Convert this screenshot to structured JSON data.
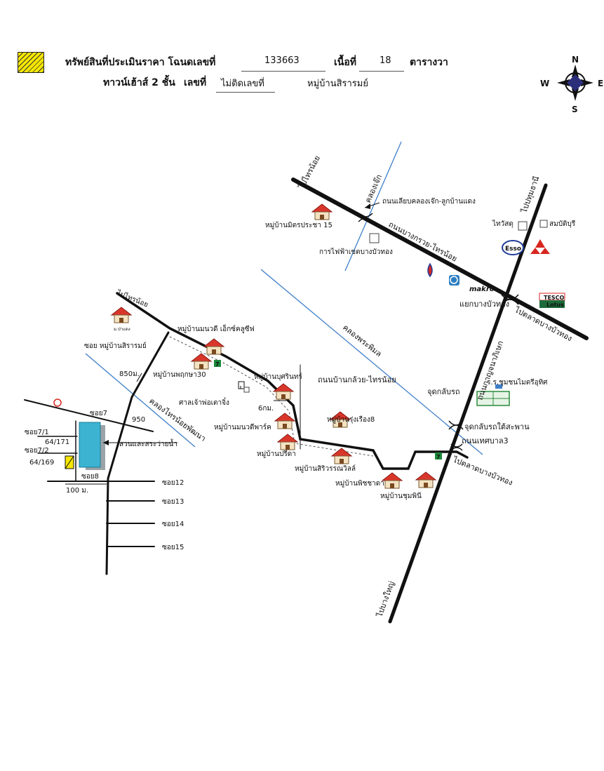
{
  "header": {
    "line1_label": "ทรัพย์สินที่ประเมินราคา โฉนดเลขที่",
    "deed_no": "133663",
    "area_label": "เนื้อที่",
    "area_value": "18",
    "area_unit": "ตารางวา",
    "line2_type": "ทาวน์เฮ้าส์ 2 ชั้น",
    "house_no_label": "เลขที่",
    "house_no_value": "ไม่ติดเลขที่",
    "village": "หมู่บ้านสิรารมย์"
  },
  "compass": {
    "n": "N",
    "s": "S",
    "w": "W",
    "e": "E"
  },
  "colors": {
    "road": "#111111",
    "canal": "#3f7fc8",
    "house_roof": "#d9362b",
    "site_fill": "#3bb3d1",
    "legend_hatch": "#f5e600"
  },
  "map": {
    "roads": {
      "main_diag": "ถนนบางกรวย-ไทรน้อย",
      "kanchana": "ถนนกาญจนาภิเษก",
      "kluay_sainoi": "ถนนบ้านกล้วย-ไทรน้อย",
      "thetsaban": "ถนนเทศบาล3",
      "liap_khlong": "ถนนเลียบคลองเจ๊ก-ลูกบ้านแดง"
    },
    "directions": {
      "to_sainoi_top": "ไปไทรน้อย",
      "to_pathumthani": "ไปปทุมธานี",
      "to_talad_bangbuathong": "ไปตลาดบางบัวทอง",
      "to_talad_bangbuathong_2": "ไปตลาดบางบัวทอง",
      "to_bangyai": "ไปบางใหญ่",
      "to_sainoi_left": "ไปไทรน้อย"
    },
    "canals": {
      "khlong_jek": "คลองเจ๊ก",
      "khlong_phraphimon": "คลองพระพิมล",
      "khlong_sainoi_phatthana": "คลองไทรน้อยพัฒนา"
    },
    "places": {
      "saha_pracha": "หมู่บ้านมิตรประชา 15",
      "power_authority": "การไฟฟ้าเขตบางบัวทอง",
      "phuttha": "ไทวัสดุ",
      "sompet": "สมบัติบุรี",
      "esso": "Esso",
      "makro": "makro",
      "tesco": "TESCO",
      "lotus": "Lotus",
      "yaek_bangbuathong": "แยกบางบัวทอง",
      "hospital": "ร.ร.ชุมชนไมตรีอุทิศ",
      "u_turn": "จุดกลับรถ",
      "u_turn_bridge": "จุดกลับรถใต้สะพาน",
      "monawadi": "หมู่บ้านมนวดี เอ็กซ์คลูซีฟ",
      "pruksa30": "หมู่บ้านพฤกษา30",
      "sano": "หมู่บ้านบุศรินทร์",
      "shrine": "ศาลเจ้าพ่อเตาจิ๋ง",
      "km6": "6กม.",
      "rungrueang": "หมู่บ้านรุ่งเรือง8",
      "mona_park": "หมู่บ้านมนวดีพาร์ค",
      "muang_thai": "หมู่บ้านปรีดา",
      "siriwan": "หมู่บ้านสิริวรรณวิลล์",
      "pichaya": "หมู่บ้านพิชชาดา",
      "bunphimon": "หมู่บ้านชุมพินี",
      "soi_sirarom": "ซอย หมู่บ้านสิรารมย์",
      "mubanyai": "ม.ป่าแดง",
      "park_pool": "สวนและสระว่ายน้ำ",
      "dist_850": "850ม.",
      "dist_950": "950",
      "dist_100": "100 ม."
    },
    "sois": {
      "s7": "ซอย7",
      "s7_1": "ซอย7/1",
      "s7_2": "ซอย7/2",
      "s8": "ซอย8",
      "s12": "ซอย12",
      "s13": "ซอย13",
      "s14": "ซอย14",
      "s15": "ซอย15",
      "no_171": "64/171",
      "no_169": "64/169"
    }
  }
}
